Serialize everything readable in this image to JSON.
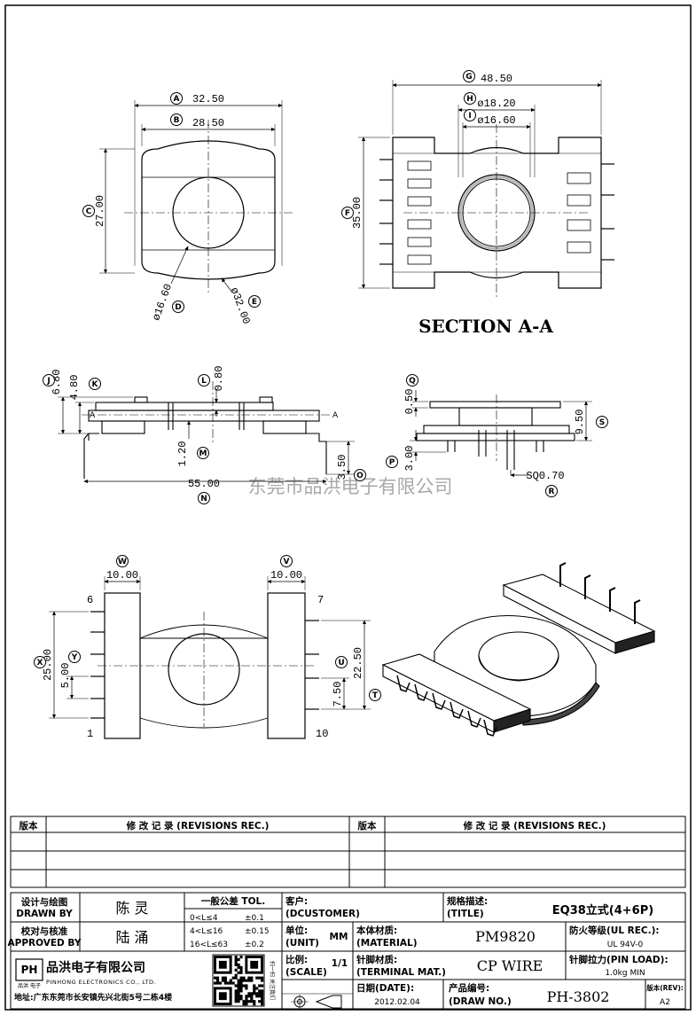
{
  "dimensions": {
    "a": "32.50",
    "b": "28.50",
    "c": "27.00",
    "d": "ø16.60",
    "e": "ø32.00",
    "g": "48.50",
    "h": "ø18.20",
    "i": "ø16.60",
    "f": "35.00",
    "j": "6.80",
    "k": "4.80",
    "l": "0.80",
    "m": "1.20",
    "n": "55.00",
    "o": "3.50",
    "q": "0.50",
    "s": "9.50",
    "p": "3.00",
    "r": "SQ0.70",
    "w": "10.00",
    "v": "10.00",
    "x": "25.00",
    "y": "5.00",
    "u": "7.50",
    "t": "22.50"
  },
  "markers": [
    "A",
    "B",
    "C",
    "D",
    "E",
    "G",
    "H",
    "I",
    "F",
    "J",
    "K",
    "L",
    "M",
    "N",
    "O",
    "Q",
    "S",
    "P",
    "R",
    "W",
    "V",
    "X",
    "Y",
    "U",
    "T"
  ],
  "section": {
    "title": "SECTION A-A",
    "cut_label": "A"
  },
  "pins": {
    "p6": "6",
    "p7": "7",
    "p1": "1",
    "p10": "10"
  },
  "watermark": "东莞市品洪电子有限公司",
  "revisions": {
    "col_ver": "版本",
    "col_rec": "修 改 记 录 (REVISIONS REC.)"
  },
  "title_block": {
    "designer_label": "设计与绘图",
    "designer_label_en": "DRAWN BY",
    "designer": "陈 灵",
    "checker_label": "校对与核准",
    "checker_label_en": "APPROVED BY",
    "checker": "陆 涌",
    "tol_title": "一般公差 TOL.",
    "tol_rows": [
      {
        "range": "0<L≤4",
        "value": "±0.1"
      },
      {
        "range": "4<L≤16",
        "value": "±0.15"
      },
      {
        "range": "16<L≤63",
        "value": "±0.2"
      }
    ],
    "customer_label": "客户:",
    "customer_label_en": "(DCUSTOMER)",
    "unit_label": "单位:",
    "unit_label_en": "(UNIT)",
    "unit": "MM",
    "scale_label": "比例:",
    "scale_label_en": "(SCALE)",
    "scale": "1/1",
    "title_label": "规格描述:",
    "title_label_en": "(TITLE)",
    "title": "EQ38立式(4+6P)",
    "material_label": "本体材质:",
    "material_label_en": "(MATERIAL)",
    "material": "PM9820",
    "terminal_label": "针脚材质:",
    "terminal_label_en": "(TERMINAL MAT.)",
    "terminal": "CP WIRE",
    "ul_label": "防火等级(UL REC.):",
    "ul": "UL 94V-0",
    "pinload_label": "针脚拉力(PIN LOAD):",
    "pinload": "1.0kg MIN",
    "date_label": "日期(DATE):",
    "date": "2012.02.04",
    "drawno_label": "产品编号:",
    "drawno_label_en": "(DRAW NO.)",
    "drawno": "PH-3802",
    "rev_label": "版本(REV):",
    "rev": "A2",
    "company": "品洪电子有限公司",
    "company_en": "PINHONG ELECTRONICS CO., LTD.",
    "address": "地址:广东东莞市长安镇先兴北街5号二栋4楼",
    "logo": "PH",
    "logo_sub": "品洪 电子",
    "qr_side": "扫一扫 关注我们"
  }
}
